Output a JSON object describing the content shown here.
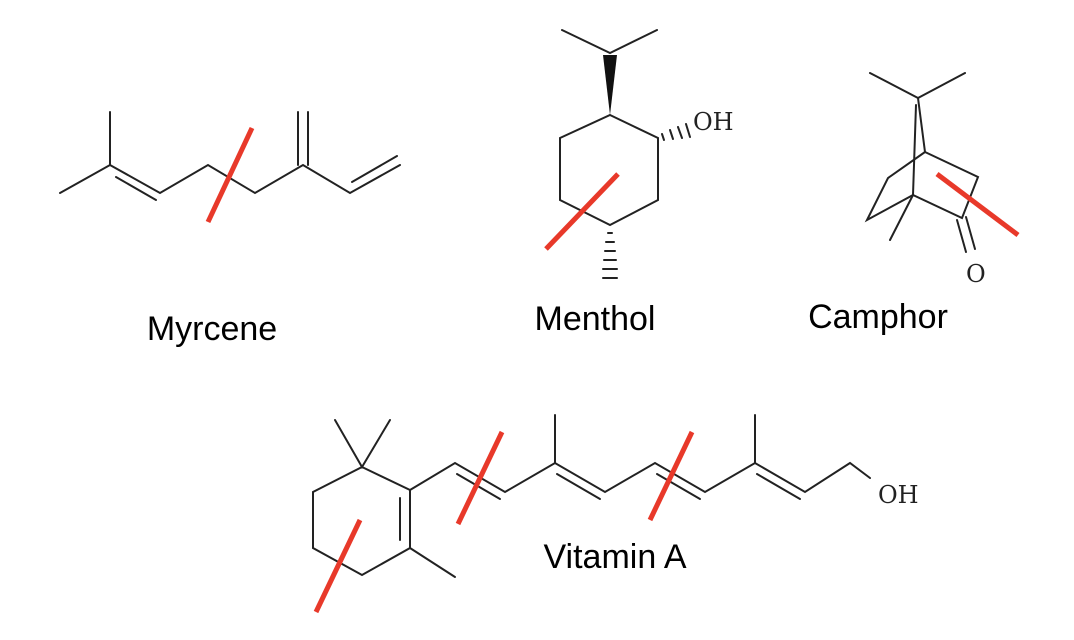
{
  "molecules": [
    {
      "name": "Myrcene"
    },
    {
      "name": "Menthol",
      "atoms": [
        "OH"
      ]
    },
    {
      "name": "Camphor",
      "atoms": [
        "O"
      ]
    },
    {
      "name": "Vitamin A",
      "atoms": [
        "OH"
      ]
    }
  ],
  "colors": {
    "bond": "#222222",
    "cut_mark": "#e8392a"
  }
}
